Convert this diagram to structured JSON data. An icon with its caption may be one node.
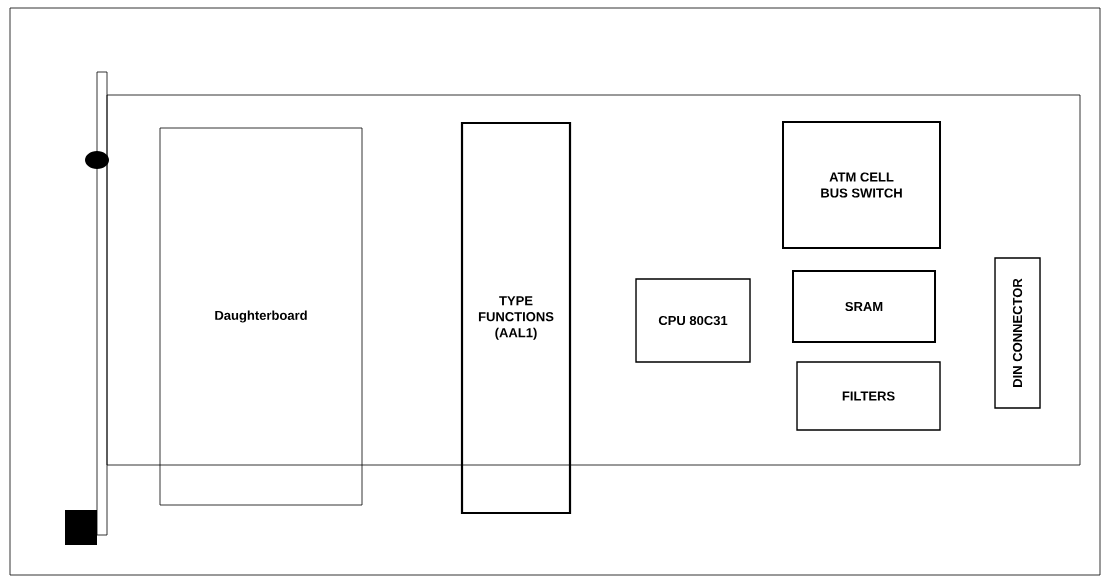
{
  "diagram": {
    "nodes": [
      {
        "text": [],
        "shape": "box"
      },
      {
        "text": [
          "Daughterboard"
        ]
      },
      {
        "text": [
          "TYPE FUNCTIONS (AAL1)"
        ]
      },
      {
        "text": [
          "ATM CELL BUS SWITCH"
        ],
        "in": 0
      },
      {
        "text": [
          "SRAM"
        ],
        "in": 0
      },
      {
        "text": [
          "CPU 80C31"
        ],
        "in": 0
      },
      {
        "text": [
          "FILTERS"
        ],
        "in": 0
      },
      {
        "text": [
          "DIN CONNECTOR"
        ],
        "in": 0
      }
    ]
  }
}
